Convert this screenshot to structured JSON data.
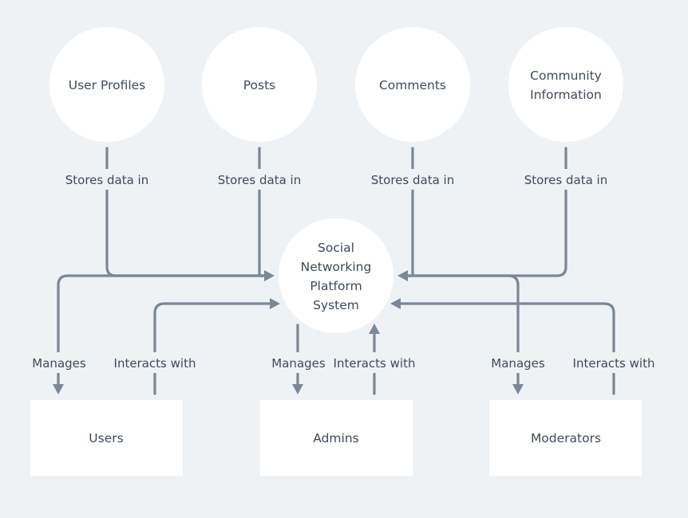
{
  "nodes": {
    "user_profiles": "User Profiles",
    "posts": "Posts",
    "comments": "Comments",
    "community_information": [
      "Community",
      "Information"
    ],
    "system": [
      "Social",
      "Networking",
      "Platform",
      "System"
    ],
    "users": "Users",
    "admins": "Admins",
    "moderators": "Moderators"
  },
  "edges": {
    "user_profiles_to_system": "Stores data in",
    "posts_to_system": "Stores data in",
    "comments_to_system": "Stores data in",
    "community_to_system": "Stores data in",
    "system_to_users": "Manages",
    "users_to_system": "Interacts with",
    "system_to_admins": "Manages",
    "admins_to_system": "Interacts with",
    "system_to_moderators": "Manages",
    "moderators_to_system": "Interacts with"
  }
}
